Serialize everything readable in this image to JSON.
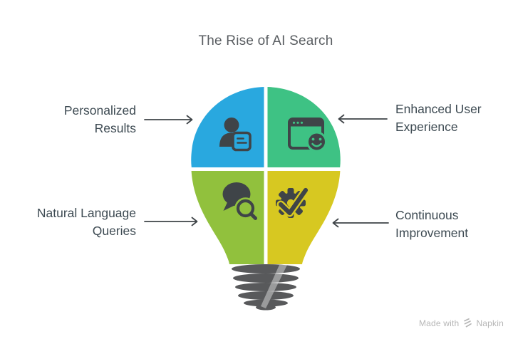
{
  "title": "The Rise of AI Search",
  "diagram": {
    "type": "lightbulb-quadrant-infographic",
    "quadrants": [
      {
        "id": "top-left",
        "label": "Personalized Results",
        "color": "#29A8DF",
        "icon": "user-profile-card-icon",
        "arrow_direction": "right"
      },
      {
        "id": "top-right",
        "label": "Enhanced User Experience",
        "color": "#3EC284",
        "icon": "browser-smiley-icon",
        "arrow_direction": "left"
      },
      {
        "id": "bottom-left",
        "label": "Natural Language Queries",
        "color": "#91C13D",
        "icon": "chat-search-icon",
        "arrow_direction": "right"
      },
      {
        "id": "bottom-right",
        "label": "Continuous Improvement",
        "color": "#D7C821",
        "icon": "gear-check-icon",
        "arrow_direction": "left"
      }
    ],
    "bulb_base_color": "#58595B",
    "icon_color": "#3F4448",
    "arrow_color": "#3F4448"
  },
  "text_colors": {
    "title": "#595D61",
    "labels": "#3D4A52"
  },
  "watermark": {
    "prefix": "Made with",
    "brand": "Napkin",
    "logo": "napkin-logo-icon",
    "color": "#B6B6B6"
  }
}
